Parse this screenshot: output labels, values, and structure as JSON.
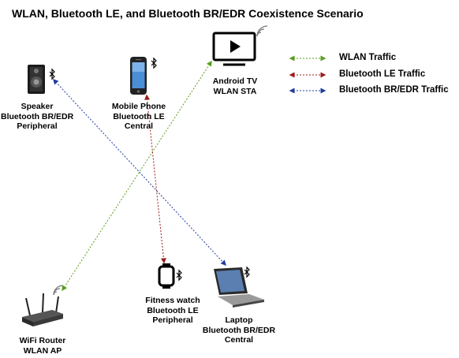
{
  "title": "WLAN, Bluetooth LE, and Bluetooth BR/EDR Coexistence Scenario",
  "colors": {
    "wlan": "#5a9e1c",
    "ble": "#9e1b1b",
    "bredr": "#1f3b9e"
  },
  "legend": [
    {
      "label": "WLAN Traffic",
      "color_key": "wlan"
    },
    {
      "label": "Bluetooth LE Traffic",
      "color_key": "ble"
    },
    {
      "label": "Bluetooth BR/EDR Traffic",
      "color_key": "bredr"
    }
  ],
  "devices": {
    "speaker": {
      "icon": "speaker-icon",
      "lines": [
        "Speaker",
        "Bluetooth BR/EDR",
        "Peripheral"
      ]
    },
    "phone": {
      "icon": "mobile-phone-icon",
      "lines": [
        "Mobile Phone",
        "Bluetooth LE",
        "Central"
      ]
    },
    "tv": {
      "icon": "android-tv-icon",
      "lines": [
        "Android TV",
        "WLAN STA"
      ]
    },
    "router": {
      "icon": "wifi-router-icon",
      "lines": [
        "WiFi Router",
        "WLAN AP"
      ]
    },
    "watch": {
      "icon": "fitness-watch-icon",
      "lines": [
        "Fitness watch",
        "Bluetooth LE",
        "Peripheral"
      ]
    },
    "laptop": {
      "icon": "laptop-icon",
      "lines": [
        "Laptop",
        "Bluetooth BR/EDR",
        "Central"
      ]
    }
  },
  "connections": [
    {
      "from": "tv",
      "to": "router",
      "type": "wlan"
    },
    {
      "from": "phone",
      "to": "watch",
      "type": "ble"
    },
    {
      "from": "speaker",
      "to": "laptop",
      "type": "bredr"
    }
  ]
}
